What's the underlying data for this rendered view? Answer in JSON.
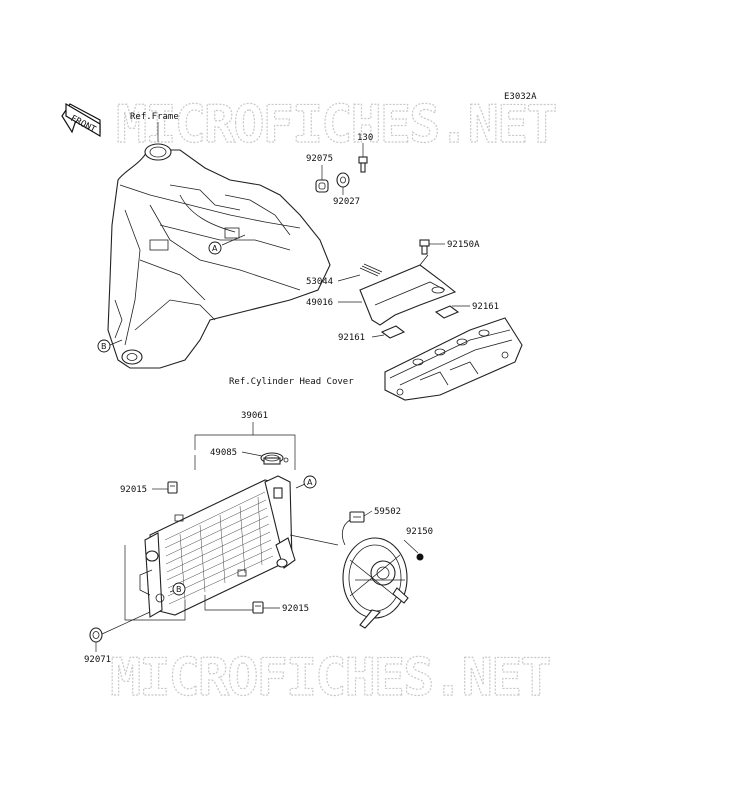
{
  "diagram_code": "E3032A",
  "watermark": "MICROFICHES.NET",
  "front_tag": "FRONT",
  "refs": {
    "frame": "Ref.Frame",
    "cylinder_head_cover": "Ref.Cylinder Head Cover"
  },
  "callouts": {
    "a": "A",
    "b": "B"
  },
  "part_numbers": {
    "p130": "130",
    "p92075": "92075",
    "p92027": "92027",
    "p92150A": "92150A",
    "p53044": "53044",
    "p49016": "49016",
    "p92161_right": "92161",
    "p92161_left": "92161",
    "p39061": "39061",
    "p49085": "49085",
    "p92015_top": "92015",
    "p59502": "59502",
    "p92150": "92150",
    "p92015_bottom": "92015",
    "p92071": "92071"
  }
}
